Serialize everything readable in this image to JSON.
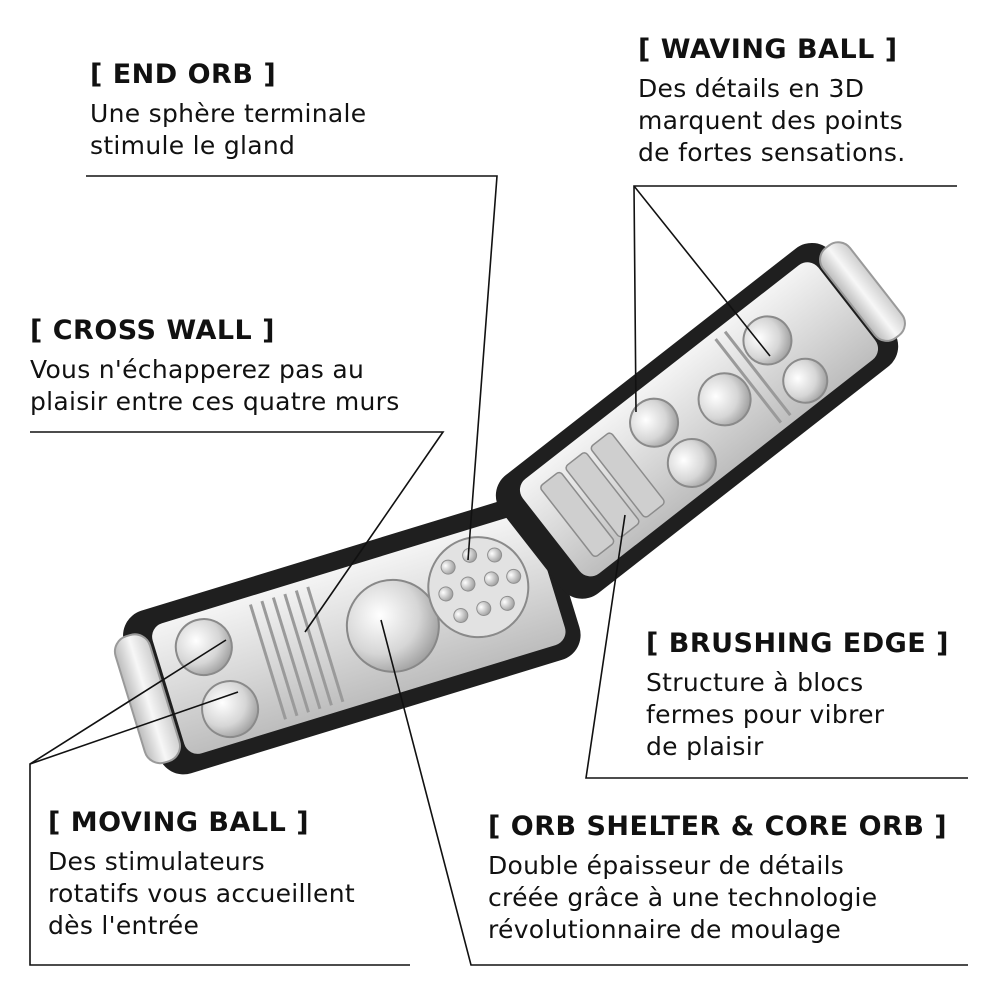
{
  "callouts": [
    {
      "id": "end-orb",
      "title": "[ END ORB ]",
      "lines": [
        "Une sphère terminale",
        "stimule le gland"
      ]
    },
    {
      "id": "waving-ball",
      "title": "[ WAVING BALL ]",
      "lines": [
        "Des détails en 3D",
        "marquent des points",
        "de fortes sensations."
      ]
    },
    {
      "id": "cross-wall",
      "title": "[ CROSS WALL ]",
      "lines": [
        "Vous n'échapperez pas au",
        "plaisir entre ces quatre murs"
      ]
    },
    {
      "id": "brushing-edge",
      "title": "[ BRUSHING EDGE ]",
      "lines": [
        "Structure à blocs",
        "fermes pour vibrer",
        "de plaisir"
      ]
    },
    {
      "id": "moving-ball",
      "title": "[ MOVING BALL ]",
      "lines": [
        "Des stimulateurs",
        "rotatifs vous accueillent",
        "dès l'entrée"
      ]
    },
    {
      "id": "orb-shelter",
      "title": "[ ORB SHELTER & CORE ORB ]",
      "lines": [
        "Double épaisseur de détails",
        "créée grâce à une technologie",
        "révolutionnaire de moulage"
      ]
    }
  ],
  "colors": {
    "text": "#111111",
    "case": "#1f1f1f",
    "interior": "#e6e6e6",
    "leader": "#111111"
  },
  "icons": {
    "left-half": "open-sleeve-left-half",
    "right-half": "open-sleeve-right-half"
  }
}
